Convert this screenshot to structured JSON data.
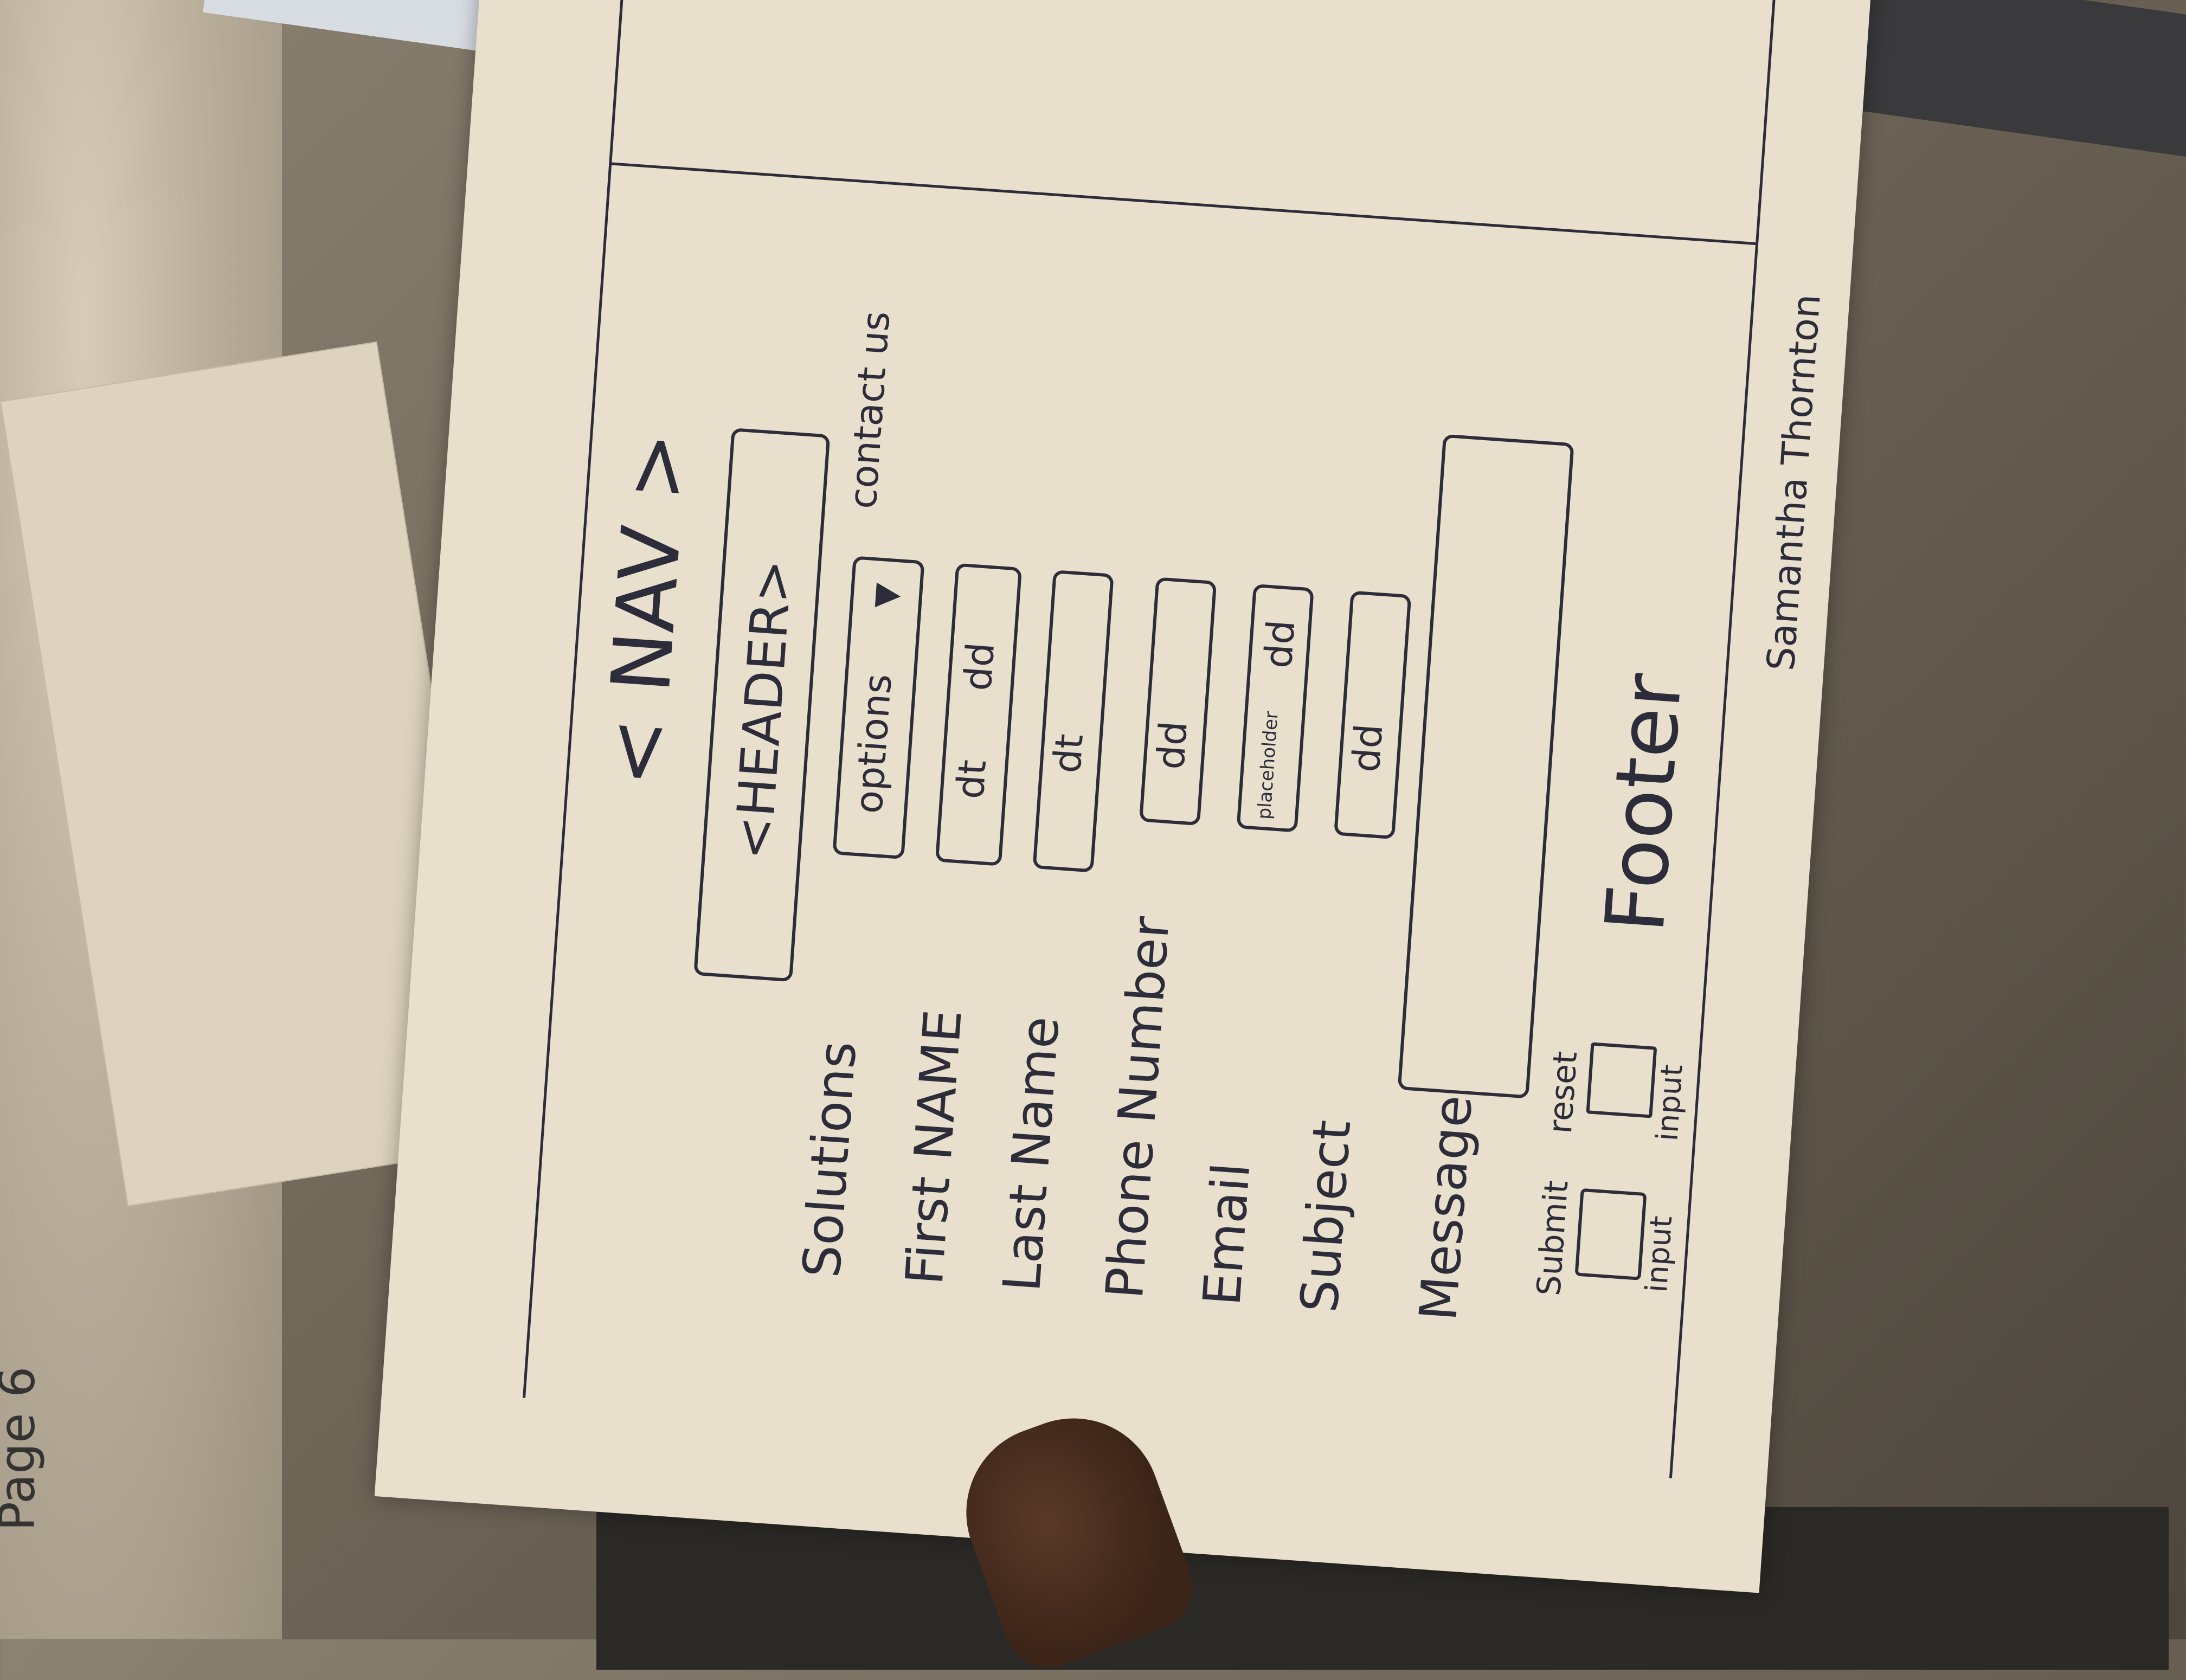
{
  "page_label": "Page 6",
  "sketch": {
    "nav": "< NAV >",
    "header": "<HEADER>",
    "header_link": "contact us",
    "fields": [
      {
        "label": "Solutions",
        "control": "options"
      },
      {
        "label": "First NAME",
        "control_left": "dt",
        "control_right": "dd"
      },
      {
        "label": "Last Name",
        "control_left": "dt"
      },
      {
        "label": "Phone Number",
        "control": "dd"
      },
      {
        "label": "Email",
        "control_left": "placeholder",
        "control_right": "dd"
      },
      {
        "label": "Subject",
        "control": "dd"
      },
      {
        "label": "Message"
      }
    ],
    "submit_label": "Submit",
    "submit_type": "input",
    "reset_label": "reset",
    "reset_type": "input",
    "footer": "Footer",
    "author": "Samantha Thornton"
  }
}
